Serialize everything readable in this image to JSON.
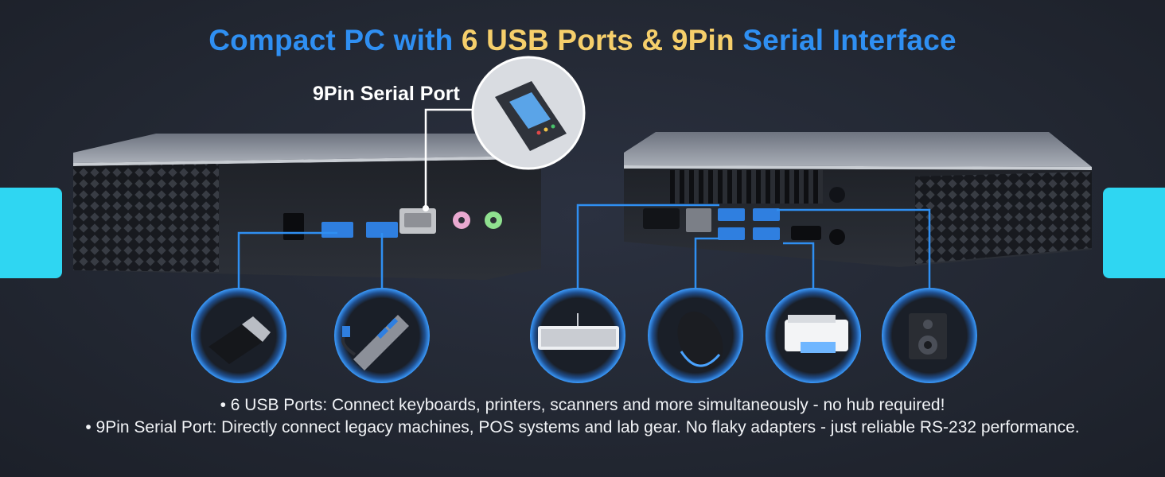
{
  "title": {
    "part1": "Compact PC with ",
    "part2": "6 USB Ports & 9Pin",
    "part3": " Serial Interface"
  },
  "callout": {
    "serial_port_label": "9Pin Serial Port"
  },
  "devices": [
    {
      "name": "USB wireless adapter",
      "icon": "usb-dongle-icon"
    },
    {
      "name": "USB hub",
      "icon": "usb-hub-icon"
    },
    {
      "name": "Keyboard",
      "icon": "keyboard-icon"
    },
    {
      "name": "Mouse",
      "icon": "mouse-icon"
    },
    {
      "name": "Printer",
      "icon": "printer-icon"
    },
    {
      "name": "Speaker",
      "icon": "speaker-icon"
    }
  ],
  "bullets": [
    "• 6 USB Ports: Connect keyboards, printers, scanners and more simultaneously - no hub required!",
    "• 9Pin Serial Port: Directly connect legacy machines, POS systems and lab gear. No flaky adapters - just reliable RS-232 performance."
  ],
  "colors": {
    "accent_blue": "#2f8ff2",
    "accent_gold": "#f6cf6b",
    "cyan_tab": "#2fd6f2",
    "usb_blue": "#2f7fe0",
    "background": "#232833"
  }
}
